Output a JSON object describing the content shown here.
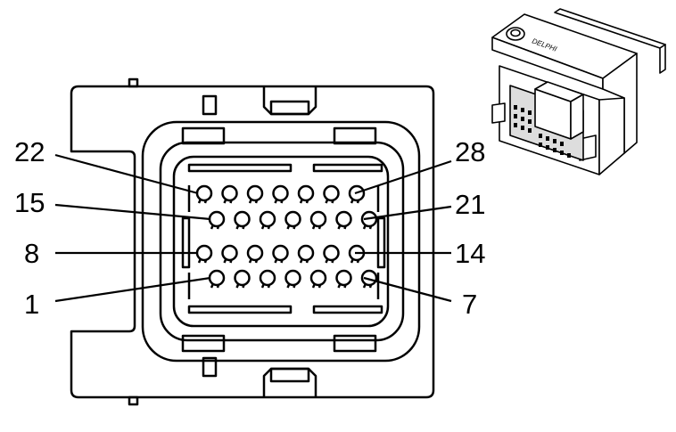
{
  "pin_labels": {
    "row1_left": "22",
    "row1_right": "28",
    "row2_left": "15",
    "row2_right": "21",
    "row3_left": "8",
    "row3_right": "14",
    "row4_left": "1",
    "row4_right": "7"
  },
  "connector": {
    "rows": 4,
    "pins_per_row": 7,
    "brand_text": "DELPHI"
  },
  "colors": {
    "line": "#000000",
    "background": "#ffffff"
  }
}
